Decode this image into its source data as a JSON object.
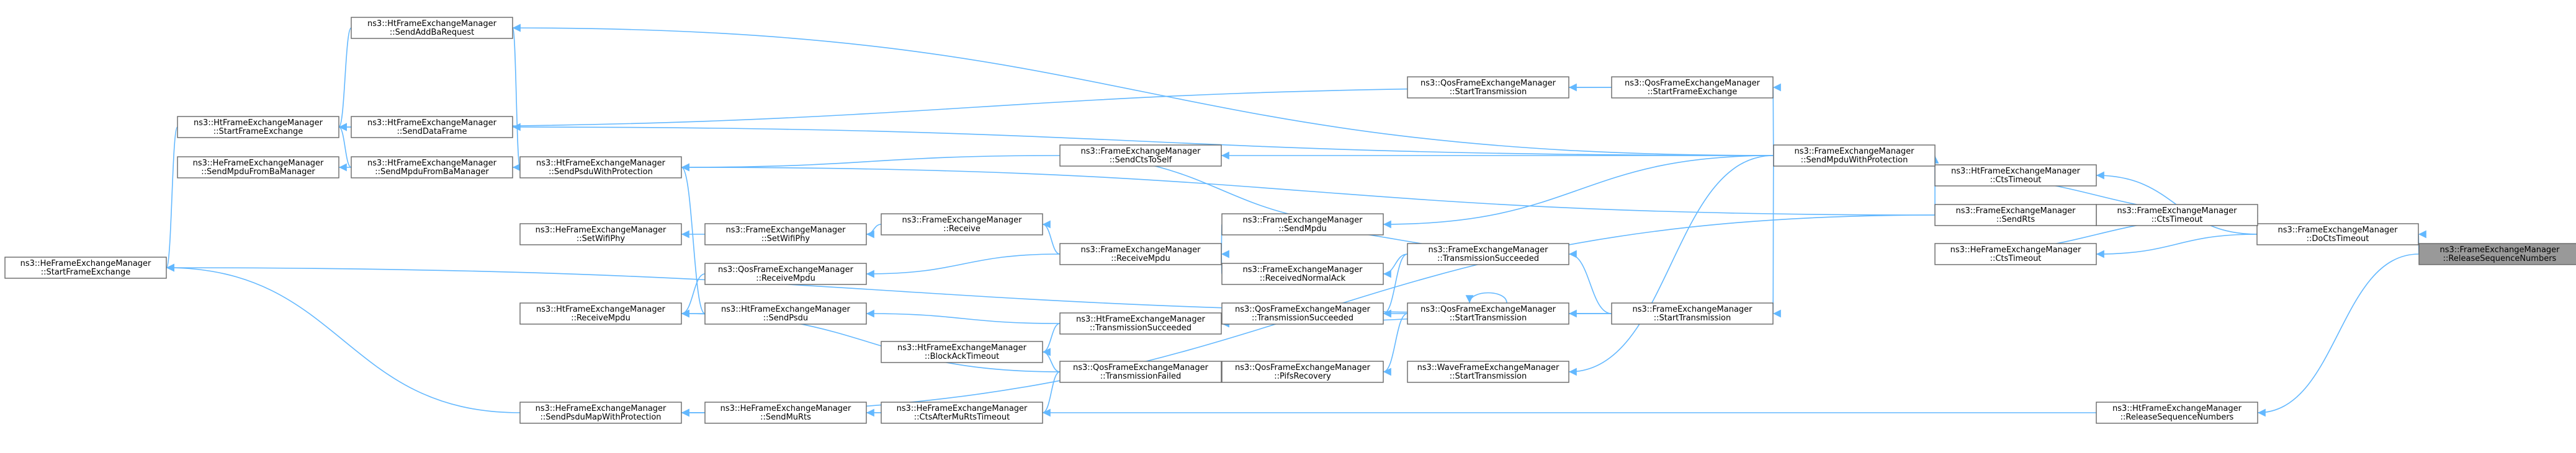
{
  "diagram_title": "",
  "nodes": [
    {
      "id": "n_release_target",
      "lines": [
        "ns3::FrameExchangeManager",
        "::ReleaseSequenceNumbers"
      ],
      "highlighted": true
    },
    {
      "id": "n_docts",
      "lines": [
        "ns3::FrameExchangeManager",
        "::DoCtsTimeout"
      ]
    },
    {
      "id": "n_ht_release",
      "lines": [
        "ns3::HtFrameExchangeManager",
        "::ReleaseSequenceNumbers"
      ]
    },
    {
      "id": "n_ht_ctstimeout",
      "lines": [
        "ns3::HtFrameExchangeManager",
        "::CtsTimeout"
      ]
    },
    {
      "id": "n_fem_ctstimeout",
      "lines": [
        "ns3::FrameExchangeManager",
        "::CtsTimeout"
      ]
    },
    {
      "id": "n_he_ctstimeout",
      "lines": [
        "ns3::HeFrameExchangeManager",
        "::CtsTimeout"
      ]
    },
    {
      "id": "n_sendrts",
      "lines": [
        "ns3::FrameExchangeManager",
        "::SendRts"
      ]
    },
    {
      "id": "n_sendmpdu_prot",
      "lines": [
        "ns3::FrameExchangeManager",
        "::SendMpduWithProtection"
      ]
    },
    {
      "id": "n_fem_starttx",
      "lines": [
        "ns3::FrameExchangeManager",
        "::StartTransmission"
      ]
    },
    {
      "id": "n_qos_start_fe",
      "lines": [
        "ns3::QosFrameExchangeManager",
        "::StartFrameExchange"
      ]
    },
    {
      "id": "n_qos_starttx_top",
      "lines": [
        "ns3::QosFrameExchangeManager",
        "::StartTransmission"
      ]
    },
    {
      "id": "n_sendcts_self",
      "lines": [
        "ns3::FrameExchangeManager",
        "::SendCtsToSelf"
      ]
    },
    {
      "id": "n_sendmpdu",
      "lines": [
        "ns3::FrameExchangeManager",
        "::SendMpdu"
      ]
    },
    {
      "id": "n_tx_succeeded",
      "lines": [
        "ns3::FrameExchangeManager",
        "::TransmissionSucceeded"
      ]
    },
    {
      "id": "n_recv_normal_ack",
      "lines": [
        "ns3::FrameExchangeManager",
        "::ReceivedNormalAck"
      ]
    },
    {
      "id": "n_recv_mpdu",
      "lines": [
        "ns3::FrameExchangeManager",
        "::ReceiveMpdu"
      ]
    },
    {
      "id": "n_receive",
      "lines": [
        "ns3::FrameExchangeManager",
        "::Receive"
      ]
    },
    {
      "id": "n_setwifiphy",
      "lines": [
        "ns3::FrameExchangeManager",
        "::SetWifiPhy"
      ]
    },
    {
      "id": "n_he_setwifiphy",
      "lines": [
        "ns3::HeFrameExchangeManager",
        "::SetWifiPhy"
      ]
    },
    {
      "id": "n_qos_recv_mpdu",
      "lines": [
        "ns3::QosFrameExchangeManager",
        "::ReceiveMpdu"
      ]
    },
    {
      "id": "n_qos_starttx",
      "lines": [
        "ns3::QosFrameExchangeManager",
        "::StartTransmission"
      ]
    },
    {
      "id": "n_qos_tx_succeeded",
      "lines": [
        "ns3::QosFrameExchangeManager",
        "::TransmissionSucceeded"
      ]
    },
    {
      "id": "n_qos_pifs",
      "lines": [
        "ns3::QosFrameExchangeManager",
        "::PifsRecovery"
      ]
    },
    {
      "id": "n_wave_starttx",
      "lines": [
        "ns3::WaveFrameExchangeManager",
        "::StartTransmission"
      ]
    },
    {
      "id": "n_ht_tx_succeeded",
      "lines": [
        "ns3::HtFrameExchangeManager",
        "::TransmissionSucceeded"
      ]
    },
    {
      "id": "n_qos_tx_failed",
      "lines": [
        "ns3::QosFrameExchangeManager",
        "::TransmissionFailed"
      ]
    },
    {
      "id": "n_he_cts_after_mu",
      "lines": [
        "ns3::HeFrameExchangeManager",
        "::CtsAfterMuRtsTimeout"
      ]
    },
    {
      "id": "n_he_send_murts",
      "lines": [
        "ns3::HeFrameExchangeManager",
        "::SendMuRts"
      ]
    },
    {
      "id": "n_he_sendpsdu_map",
      "lines": [
        "ns3::HeFrameExchangeManager",
        "::SendPsduMapWithProtection"
      ]
    },
    {
      "id": "n_ht_blockack_timeout",
      "lines": [
        "ns3::HtFrameExchangeManager",
        "::BlockAckTimeout"
      ]
    },
    {
      "id": "n_ht_sendpsdu",
      "lines": [
        "ns3::HtFrameExchangeManager",
        "::SendPsdu"
      ]
    },
    {
      "id": "n_ht_receive_mpdu",
      "lines": [
        "ns3::HtFrameExchangeManager",
        "::ReceiveMpdu"
      ]
    },
    {
      "id": "n_ht_sendpsdu_prot",
      "lines": [
        "ns3::HtFrameExchangeManager",
        "::SendPsduWithProtection"
      ]
    },
    {
      "id": "n_ht_senddataframe",
      "lines": [
        "ns3::HtFrameExchangeManager",
        "::SendDataFrame"
      ]
    },
    {
      "id": "n_ht_sendmpdu_ba",
      "lines": [
        "ns3::HtFrameExchangeManager",
        "::SendMpduFromBaManager"
      ]
    },
    {
      "id": "n_ht_sendaddba",
      "lines": [
        "ns3::HtFrameExchangeManager",
        "::SendAddBaRequest"
      ]
    },
    {
      "id": "n_ht_start_fe",
      "lines": [
        "ns3::HtFrameExchangeManager",
        "::StartFrameExchange"
      ]
    },
    {
      "id": "n_he_sendmpdu_ba",
      "lines": [
        "ns3::HeFrameExchangeManager",
        "::SendMpduFromBaManager"
      ]
    },
    {
      "id": "n_he_start_fe",
      "lines": [
        "ns3::HeFrameExchangeManager",
        "::StartFrameExchange"
      ]
    }
  ],
  "edges": [
    [
      "n_release_target",
      "n_docts"
    ],
    [
      "n_release_target",
      "n_ht_release"
    ],
    [
      "n_docts",
      "n_ht_ctstimeout"
    ],
    [
      "n_docts",
      "n_fem_ctstimeout"
    ],
    [
      "n_docts",
      "n_he_ctstimeout"
    ],
    [
      "n_fem_ctstimeout",
      "n_sendrts"
    ],
    [
      "n_ht_ctstimeout",
      "n_fem_ctstimeout"
    ],
    [
      "n_he_ctstimeout",
      "n_fem_ctstimeout"
    ],
    [
      "n_sendrts",
      "n_sendmpdu_prot"
    ],
    [
      "n_sendrts",
      "n_ht_sendpsdu_prot"
    ],
    [
      "n_sendrts",
      "n_he_sendpsdu_map"
    ],
    [
      "n_sendmpdu_prot",
      "n_fem_starttx"
    ],
    [
      "n_sendmpdu_prot",
      "n_qos_start_fe"
    ],
    [
      "n_sendmpdu_prot",
      "n_ht_senddataframe"
    ],
    [
      "n_sendmpdu_prot",
      "n_ht_sendaddba"
    ],
    [
      "n_sendmpdu_prot",
      "n_sendcts_self"
    ],
    [
      "n_sendmpdu_prot",
      "n_sendmpdu"
    ],
    [
      "n_sendmpdu_prot",
      "n_wave_starttx"
    ],
    [
      "n_qos_start_fe",
      "n_qos_starttx_top"
    ],
    [
      "n_qos_start_fe",
      "n_ht_start_fe"
    ],
    [
      "n_sendcts_self",
      "n_sendmpdu"
    ],
    [
      "n_sendcts_self",
      "n_ht_sendpsdu_prot"
    ],
    [
      "n_sendmpdu",
      "n_tx_succeeded"
    ],
    [
      "n_sendmpdu",
      "n_recv_mpdu"
    ],
    [
      "n_fem_starttx",
      "n_tx_succeeded"
    ],
    [
      "n_fem_starttx",
      "n_qos_starttx"
    ],
    [
      "n_fem_starttx",
      "n_ht_tx_succeeded"
    ],
    [
      "n_fem_starttx",
      "n_he_start_fe"
    ],
    [
      "n_tx_succeeded",
      "n_recv_normal_ack"
    ],
    [
      "n_tx_succeeded",
      "n_qos_tx_succeeded"
    ],
    [
      "n_recv_normal_ack",
      "n_recv_mpdu"
    ],
    [
      "n_recv_mpdu",
      "n_receive"
    ],
    [
      "n_recv_mpdu",
      "n_qos_recv_mpdu"
    ],
    [
      "n_receive",
      "n_setwifiphy"
    ],
    [
      "n_setwifiphy",
      "n_he_setwifiphy"
    ],
    [
      "n_qos_recv_mpdu",
      "n_ht_receive_mpdu"
    ],
    [
      "n_qos_starttx",
      "n_qos_tx_succeeded"
    ],
    [
      "n_qos_starttx",
      "n_qos_pifs"
    ],
    [
      "n_qos_starttx",
      "n_qos_starttx"
    ],
    [
      "n_qos_tx_succeeded",
      "n_ht_tx_succeeded"
    ],
    [
      "n_ht_tx_succeeded",
      "n_ht_sendpsdu"
    ],
    [
      "n_ht_tx_succeeded",
      "n_ht_blockack_timeout"
    ],
    [
      "n_qos_tx_failed",
      "n_ht_blockack_timeout"
    ],
    [
      "n_qos_tx_failed",
      "n_ht_receive_mpdu"
    ],
    [
      "n_qos_tx_failed",
      "n_he_cts_after_mu"
    ],
    [
      "n_he_cts_after_mu",
      "n_he_send_murts"
    ],
    [
      "n_he_send_murts",
      "n_he_sendpsdu_map"
    ],
    [
      "n_he_sendpsdu_map",
      "n_he_start_fe"
    ],
    [
      "n_ht_sendpsdu",
      "n_ht_receive_mpdu"
    ],
    [
      "n_ht_sendpsdu",
      "n_ht_sendpsdu_prot"
    ],
    [
      "n_ht_sendpsdu_prot",
      "n_ht_sendmpdu_ba"
    ],
    [
      "n_ht_sendpsdu_prot",
      "n_ht_sendaddba"
    ],
    [
      "n_ht_senddataframe",
      "n_ht_start_fe"
    ],
    [
      "n_ht_sendmpdu_ba",
      "n_he_sendmpdu_ba"
    ],
    [
      "n_ht_sendmpdu_ba",
      "n_ht_start_fe"
    ],
    [
      "n_ht_sendaddba",
      "n_ht_start_fe"
    ],
    [
      "n_ht_start_fe",
      "n_he_start_fe"
    ],
    [
      "n_ht_release",
      "n_he_sendpsdu_map"
    ]
  ]
}
